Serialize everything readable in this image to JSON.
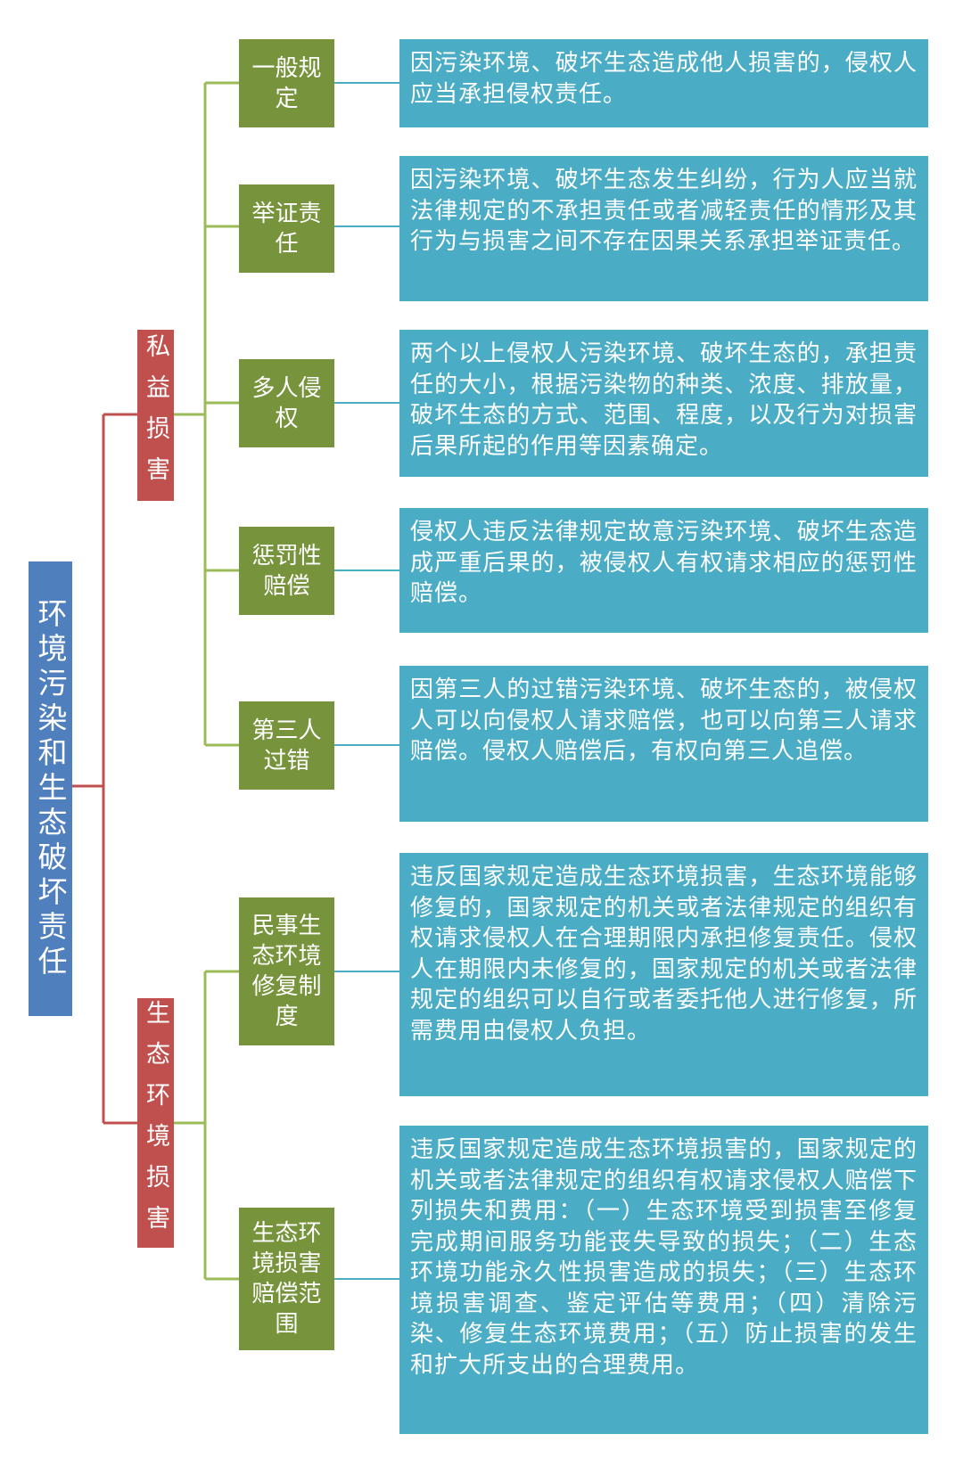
{
  "root": {
    "label": "环境污染和生态破坏责任"
  },
  "colors": {
    "root": "#4f80bd",
    "branch": "#c0504d",
    "leaf": "#77933c",
    "description": "#4bacc6",
    "root_connector": "#c0504d",
    "branch_connector": "#9bbb59",
    "leaf_connector": "#4bacc6"
  },
  "branches": [
    {
      "label": "私益损害",
      "leaves": [
        {
          "label": "一般规定",
          "description": "因污染环境、破坏生态造成他人损害的，侵权人应当承担侵权责任。"
        },
        {
          "label": "举证责任",
          "description": "因污染环境、破坏生态发生纠纷，行为人应当就法律规定的不承担责任或者减轻责任的情形及其行为与损害之间不存在因果关系承担举证责任。"
        },
        {
          "label": "多人侵权",
          "description": "两个以上侵权人污染环境、破坏生态的，承担责任的大小，根据污染物的种类、浓度、排放量，破坏生态的方式、范围、程度，以及行为对损害后果所起的作用等因素确定。"
        },
        {
          "label": "惩罚性赔偿",
          "description": "侵权人违反法律规定故意污染环境、破坏生态造成严重后果的，被侵权人有权请求相应的惩罚性赔偿。"
        },
        {
          "label": "第三人过错",
          "description": "因第三人的过错污染环境、破坏生态的，被侵权人可以向侵权人请求赔偿，也可以向第三人请求赔偿。侵权人赔偿后，有权向第三人追偿。"
        }
      ]
    },
    {
      "label": "生态环境损害",
      "leaves": [
        {
          "label": "民事生态环境修复制度",
          "description": "违反国家规定造成生态环境损害，生态环境能够修复的，国家规定的机关或者法律规定的组织有权请求侵权人在合理期限内承担修复责任。侵权人在期限内未修复的，国家规定的机关或者法律规定的组织可以自行或者委托他人进行修复，所需费用由侵权人负担。"
        },
        {
          "label": "生态环境损害赔偿范围",
          "description": "违反国家规定造成生态环境损害的，国家规定的机关或者法律规定的组织有权请求侵权人赔偿下列损失和费用：（一）生态环境受到损害至修复完成期间服务功能丧失导致的损失；（二）生态环境功能永久性损害造成的损失；（三）生态环境损害调查、鉴定评估等费用；（四）清除污染、修复生态环境费用；（五）防止损害的发生和扩大所支出的合理费用。"
        }
      ]
    }
  ]
}
